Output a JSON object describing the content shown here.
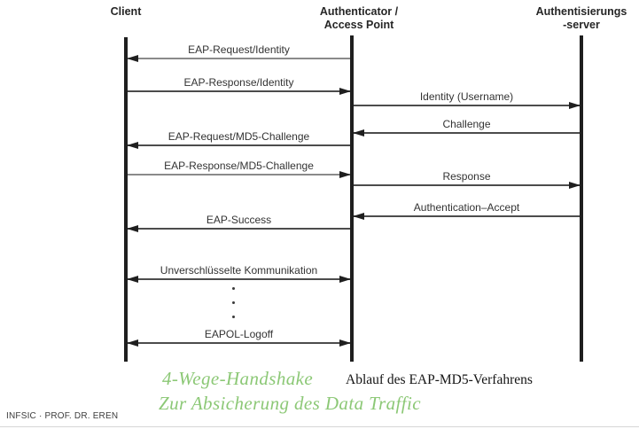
{
  "slide": {
    "caption": "Ablauf des EAP-MD5-Verfahrens",
    "overlay_line1": "4-Wege-Handshake",
    "overlay_line2": "Zur Absicherung des Data Traffic",
    "footer_credit": "INFSIC · PROF. DR. EREN",
    "accent_green": "#8cc876",
    "line_color": "#4c4c4c",
    "lifeline_color": "#1f1f1f"
  },
  "diagram": {
    "actors": [
      {
        "id": "client",
        "line1": "Client",
        "line2": ""
      },
      {
        "id": "authenticator",
        "line1": "Authenticator /",
        "line2": "Access Point"
      },
      {
        "id": "auth-server",
        "line1": "Authentisierungs",
        "line2": "-server"
      }
    ],
    "messages": [
      {
        "label": "EAP-Request/Identity",
        "from": "authenticator",
        "to": "client",
        "direction": "left"
      },
      {
        "label": "EAP-Response/Identity",
        "from": "client",
        "to": "authenticator",
        "direction": "right"
      },
      {
        "label": "Identity (Username)",
        "from": "authenticator",
        "to": "auth-server",
        "direction": "right"
      },
      {
        "label": "Challenge",
        "from": "auth-server",
        "to": "authenticator",
        "direction": "left"
      },
      {
        "label": "EAP-Request/MD5-Challenge",
        "from": "authenticator",
        "to": "client",
        "direction": "left"
      },
      {
        "label": "EAP-Response/MD5-Challenge",
        "from": "client",
        "to": "authenticator",
        "direction": "right"
      },
      {
        "label": "Response",
        "from": "authenticator",
        "to": "auth-server",
        "direction": "right"
      },
      {
        "label": "Authentication–Accept",
        "from": "auth-server",
        "to": "authenticator",
        "direction": "left"
      },
      {
        "label": "EAP-Success",
        "from": "authenticator",
        "to": "client",
        "direction": "left"
      },
      {
        "label": "Unverschlüsselte Kommunikation",
        "from": "client",
        "to": "authenticator",
        "direction": "both"
      },
      {
        "label": "EAPOL-Logoff",
        "from": "client",
        "to": "authenticator",
        "direction": "both"
      }
    ],
    "continuation_dots": "···"
  }
}
